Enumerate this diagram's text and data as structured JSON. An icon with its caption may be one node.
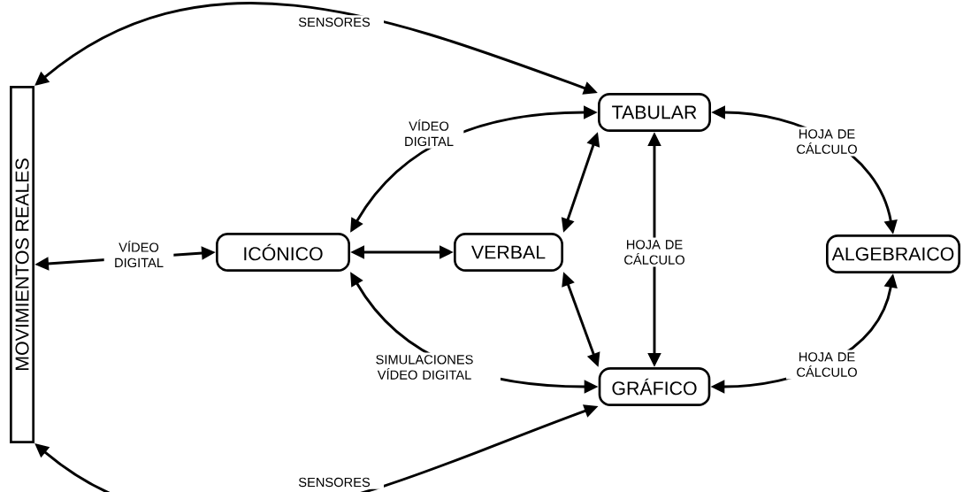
{
  "diagram": {
    "nodes": [
      {
        "text": [
          "MOVIMIENTOS REALES"
        ]
      },
      {
        "text": [
          "TABULAR"
        ]
      },
      {
        "text": [
          "ICÓNICO"
        ]
      },
      {
        "text": [
          "VERBAL"
        ]
      },
      {
        "text": [
          "ALGEBRAICO"
        ]
      },
      {
        "text": [
          "GRÁFICO"
        ]
      }
    ],
    "edges": [
      {
        "from": 0,
        "to": 1,
        "arrow": "both",
        "label": "SENSORES"
      },
      {
        "from": 0,
        "to": 5,
        "arrow": "both",
        "label": "SENSORES"
      },
      {
        "from": 0,
        "to": 2,
        "arrow": "both",
        "label": "VÍDEO DIGITAL"
      },
      {
        "from": 2,
        "to": 3,
        "arrow": "both"
      },
      {
        "from": 2,
        "to": 1,
        "arrow": "both",
        "label": "VÍDEO DIGITAL"
      },
      {
        "from": 3,
        "to": 1,
        "arrow": "both"
      },
      {
        "from": 3,
        "to": 5,
        "arrow": "both"
      },
      {
        "from": 1,
        "to": 5,
        "arrow": "both",
        "label": "HOJA DE CÁLCULO"
      },
      {
        "from": 1,
        "to": 4,
        "arrow": "both",
        "label": "HOJA DE CÁLCULO"
      },
      {
        "from": 5,
        "to": 4,
        "arrow": "both",
        "label": "HOJA DE CÁLCULO"
      },
      {
        "from": 2,
        "to": 5,
        "arrow": "both",
        "label": "SIMULACIONES VÍDEO DIGITAL"
      }
    ]
  }
}
